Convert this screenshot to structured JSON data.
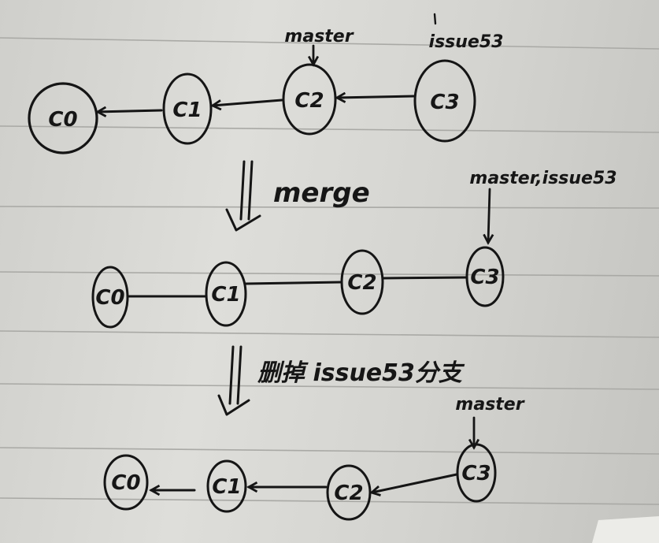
{
  "diagram": {
    "top": {
      "nodes": [
        "C0",
        "C1",
        "C2",
        "C3"
      ],
      "labels": {
        "master": "master",
        "issue": "issue53"
      }
    },
    "step1": {
      "action": "merge",
      "nodes": [
        "C0",
        "C1",
        "C2",
        "C3"
      ],
      "label": "master,issue53"
    },
    "step2": {
      "action": "删掉 issue53分支",
      "nodes": [
        "C0",
        "C1",
        "C2",
        "C3"
      ],
      "label": "master"
    }
  },
  "colors": {
    "paper": "#d8d8d4",
    "ink": "#151515",
    "rule": "#a9a9a5"
  }
}
